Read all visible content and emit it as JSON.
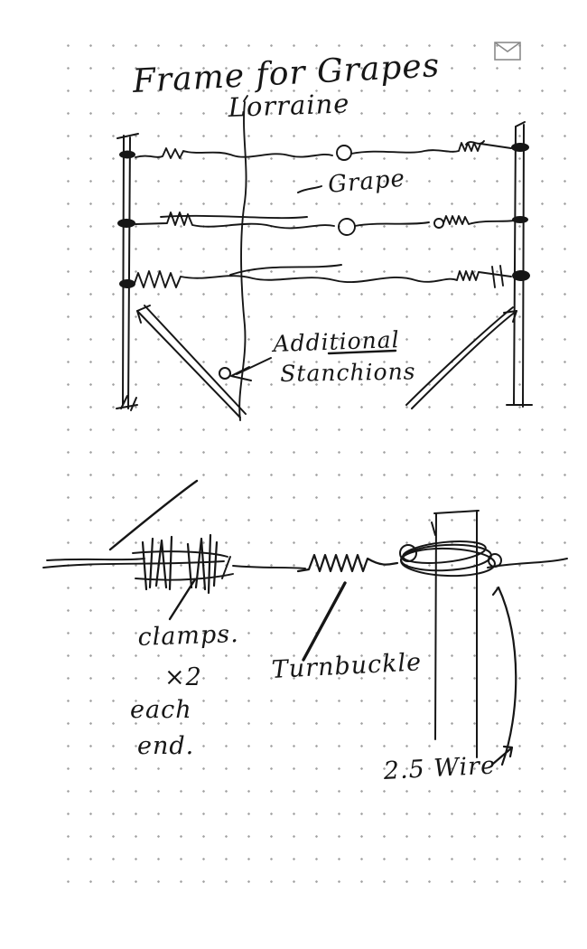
{
  "page": {
    "background": "#ffffff",
    "ink_color": "#161616",
    "dot_color": "#a2a2a2"
  },
  "header": {
    "mail_icon": "envelope-icon"
  },
  "sketch": {
    "title_line1": "Frame for Grapes",
    "title_line2": "Lorraine",
    "labels": {
      "grape": "Grape",
      "stanchions_line1": "Additional",
      "stanchions_line2": "Stanchions",
      "clamps_line1": "clamps.",
      "clamps_line2": "×2",
      "clamps_line3": "each",
      "clamps_line4": "end.",
      "turnbuckle": "Turnbuckle",
      "wire": "2.5 Wire"
    }
  }
}
